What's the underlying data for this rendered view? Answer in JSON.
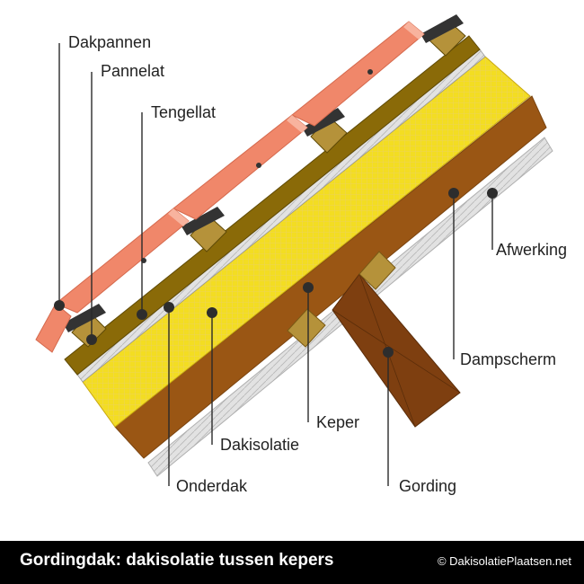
{
  "labels": {
    "dakpannen": "Dakpannen",
    "pannelat": "Pannelat",
    "tengellat": "Tengellat",
    "afwerking": "Afwerking",
    "dampscherm": "Dampscherm",
    "keper": "Keper",
    "dakisolatie": "Dakisolatie",
    "onderdak": "Onderdak",
    "gording": "Gording"
  },
  "footer": {
    "title": "Gordingdak: dakisolatie tussen kepers",
    "copyright": "© DakisolatiePlaatsen.net"
  },
  "colors": {
    "tile": "#f0876a",
    "tengellat": "#8a6a08",
    "insulation": "#f3dd22",
    "onderdak": "#c9c9c9",
    "keper": "#9a5614",
    "gording": "#7e3f10",
    "dampscherm": "#e4e4e4"
  }
}
